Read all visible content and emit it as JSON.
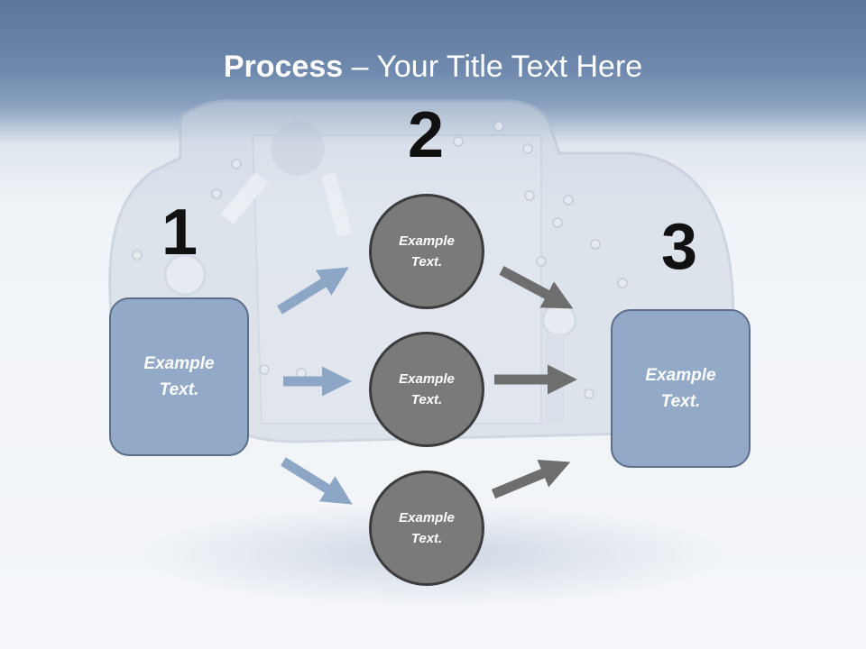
{
  "slide": {
    "title_bold": "Process",
    "title_rest": " – Your Title Text Here"
  },
  "steps": {
    "one": {
      "number": "1",
      "box_line1": "Example",
      "box_line2": "Text."
    },
    "two": {
      "number": "2",
      "circles": [
        {
          "line1": "Example",
          "line2": "Text."
        },
        {
          "line1": "Example",
          "line2": "Text."
        },
        {
          "line1": "Example",
          "line2": "Text."
        }
      ]
    },
    "three": {
      "number": "3",
      "box_line1": "Example",
      "box_line2": "Text."
    }
  },
  "colors": {
    "box_fill": "#92a9c8",
    "circle_fill": "#7a7a7a",
    "blue_arrow": "#8ea6c6",
    "gray_arrow": "#6e6e6e"
  }
}
